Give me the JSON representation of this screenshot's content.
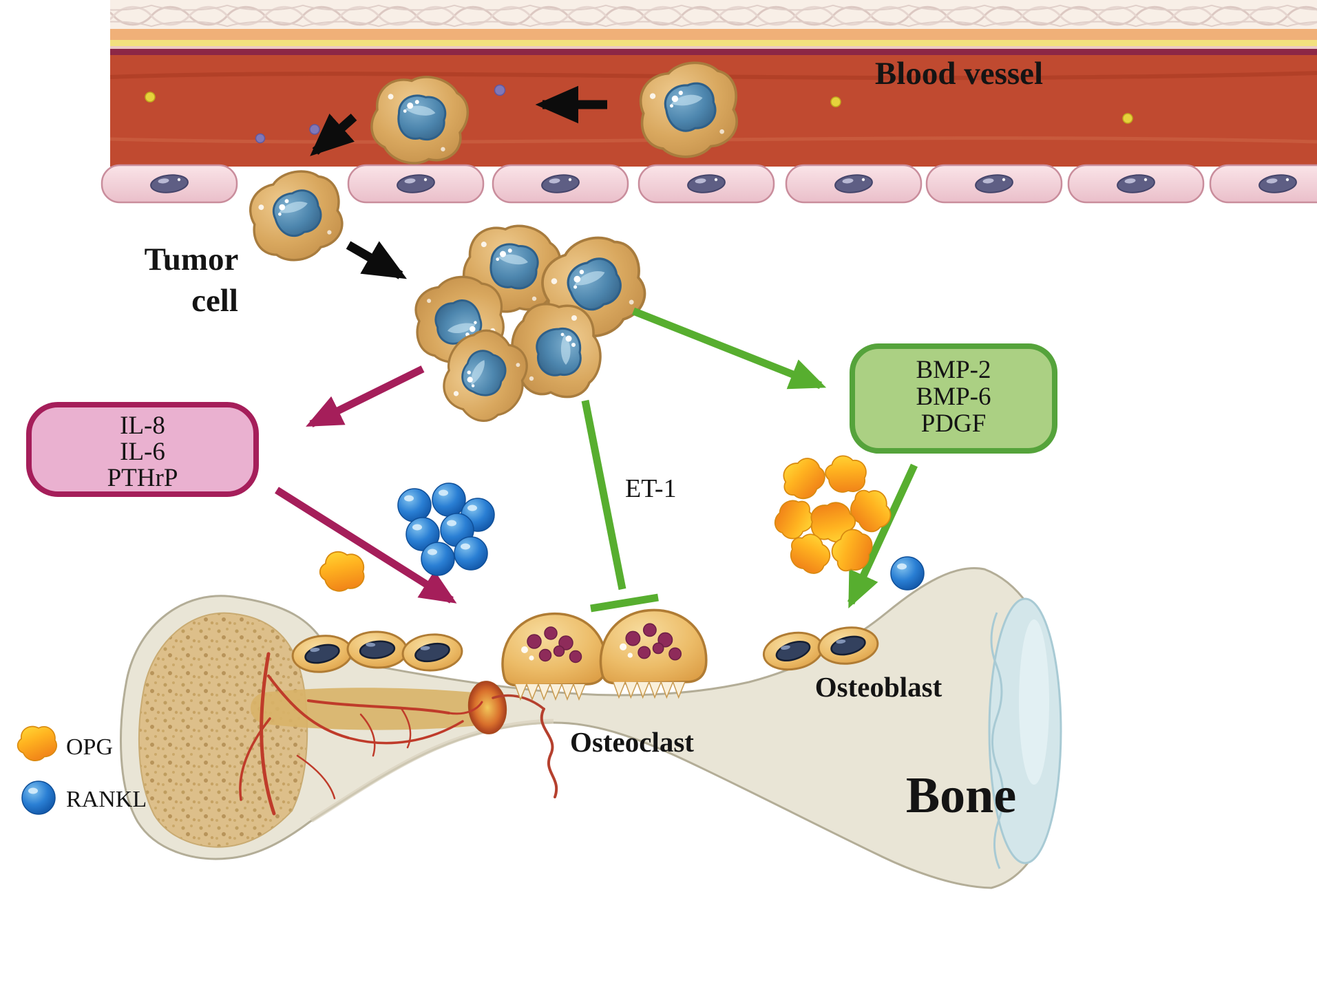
{
  "figure": {
    "type": "biomedical-diagram",
    "topic": "Tumor cell metastasis to bone: signaling between tumor cells, osteoclasts and osteoblasts"
  },
  "labels": {
    "blood_vessel": "Blood vessel",
    "tumor_cell_line1": "Tumor",
    "tumor_cell_line2": "cell",
    "et1": "ET-1",
    "osteoclast": "Osteoclast",
    "osteoblast": "Osteoblast",
    "bone": "Bone"
  },
  "boxes": {
    "pink_factors": {
      "lines": [
        "IL-8",
        "IL-6",
        "PTHrP"
      ],
      "fill": "#eab1d0",
      "border": "#a51e5a"
    },
    "green_factors": {
      "lines": [
        "BMP-2",
        "BMP-6",
        "PDGF"
      ],
      "fill": "#abd083",
      "border": "#55a33b"
    }
  },
  "legend": [
    {
      "label": "OPG",
      "color": "#f5a11c"
    },
    {
      "label": "RANKL",
      "color": "#1e6fc4"
    }
  ],
  "colors": {
    "blood": "#c04a30",
    "vessel_wall": "#8c2746",
    "magenta_arrow": "#a51e5a",
    "green_arrow": "#57ae2f",
    "black_arrow": "#0c0c0c",
    "tumor_cell_body": "#d9a85f",
    "tumor_nucleus": "#4d86ae",
    "endothelium": "#f3d2d9",
    "bone": "#e9e5d6",
    "spongy_bone": "#ddbf8a",
    "cartilage": "#d3e6ea",
    "osteoclast_nuclei": "#8e2b5a"
  }
}
